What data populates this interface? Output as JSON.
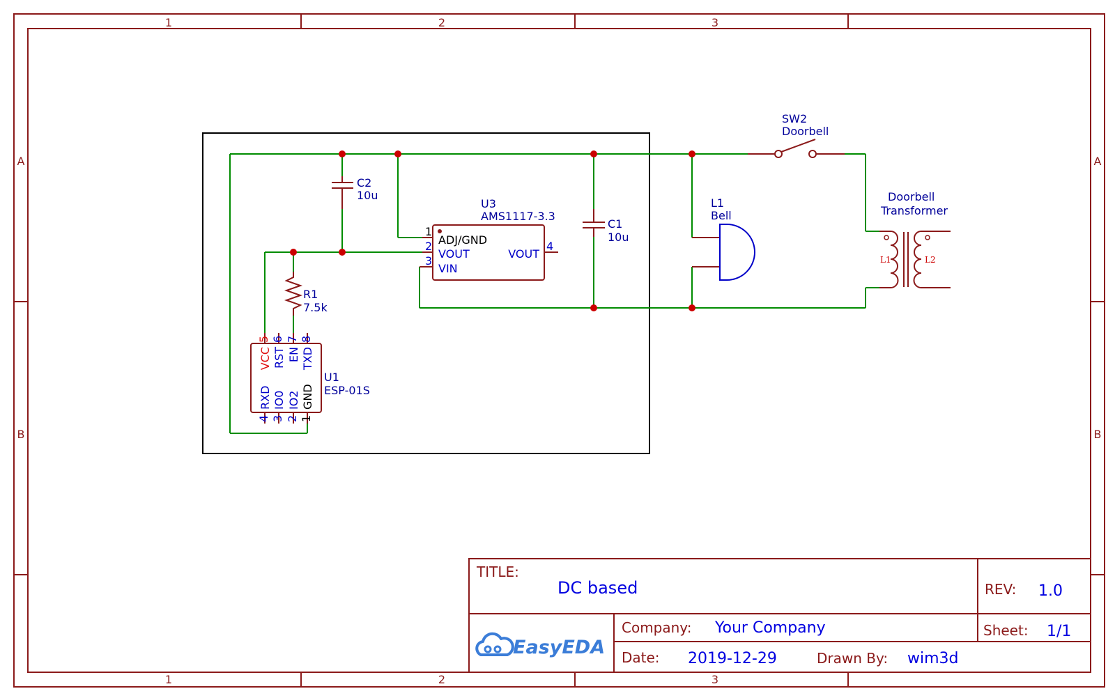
{
  "frame": {
    "columns": [
      "1",
      "2",
      "3"
    ],
    "rows": [
      "A",
      "B"
    ]
  },
  "components": {
    "sw2": {
      "ref": "SW2",
      "value": "Doorbell"
    },
    "l1": {
      "ref": "L1",
      "value": "Bell"
    },
    "transformer": {
      "line1": "Doorbell",
      "line2": "Transformer",
      "coil1": "L1",
      "coil2": "L2"
    },
    "c2": {
      "ref": "C2",
      "value": "10u"
    },
    "c1": {
      "ref": "C1",
      "value": "10u"
    },
    "u3": {
      "ref": "U3",
      "value": "AMS1117-3.3",
      "pin1_num": "1",
      "pin1_name": "ADJ/GND",
      "pin2_num": "2",
      "pin2_name": "VOUT",
      "pin3_num": "3",
      "pin3_name": "VIN",
      "pin4_num": "4",
      "pin4_name": "VOUT"
    },
    "r1": {
      "ref": "R1",
      "value": "7.5k"
    },
    "u1": {
      "ref": "U1",
      "value": "ESP-01S",
      "top_pins": [
        {
          "num": "5",
          "name": "VCC"
        },
        {
          "num": "6",
          "name": "RST"
        },
        {
          "num": "7",
          "name": "EN"
        },
        {
          "num": "8",
          "name": "TXD"
        }
      ],
      "bottom_pins": [
        {
          "num": "4",
          "name": "RXD"
        },
        {
          "num": "3",
          "name": "IO0"
        },
        {
          "num": "2",
          "name": "IO2"
        },
        {
          "num": "1",
          "name": "GND"
        }
      ]
    }
  },
  "title_block": {
    "title_label": "TITLE:",
    "title": "DC based",
    "rev_label": "REV:",
    "rev": "1.0",
    "company_label": "Company:",
    "company": "Your Company",
    "sheet_label": "Sheet:",
    "sheet": "1/1",
    "date_label": "Date:",
    "date": "2019-12-29",
    "drawn_by_label": "Drawn By:",
    "drawn_by": "wim3d",
    "logo_text": "EasyEDA"
  },
  "colors": {
    "frame": "#8b1a1a",
    "wire": "#008c00",
    "junction": "#cc0000",
    "label": "#00009a",
    "pin_text": "#0000c8",
    "vcc_pin": "#e01010",
    "logo": "#3b7dd8"
  }
}
